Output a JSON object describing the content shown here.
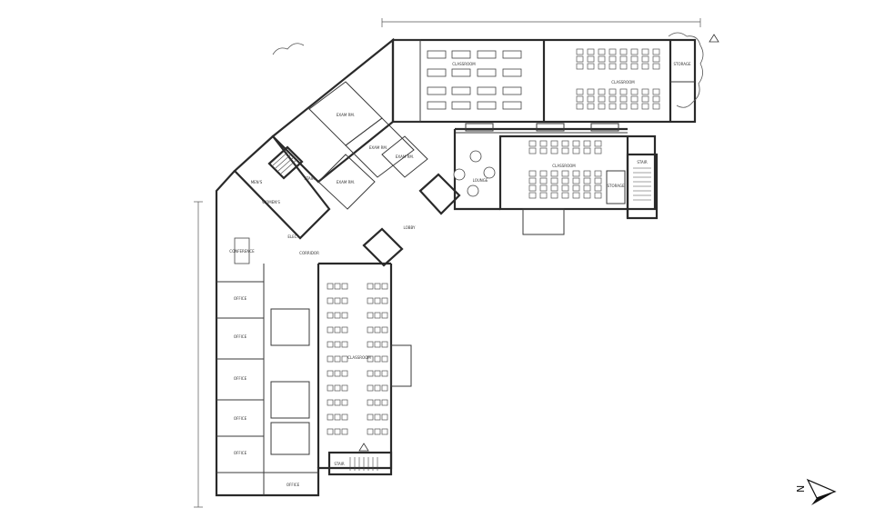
{
  "drawing": {
    "type": "architectural floor plan",
    "background_color": "#ffffff",
    "line_color": "#2a2a2a",
    "north_arrow": {
      "letter": "N",
      "direction": "right"
    }
  },
  "rooms": {
    "classroom_north_west": {
      "label": "CLASSROOM"
    },
    "classroom_north_east": {
      "label": "CLASSROOM"
    },
    "classroom_east": {
      "label": "CLASSROOM"
    },
    "classroom_south": {
      "label": "CLASSROOM"
    },
    "storage_ne": {
      "label": "STORAGE"
    },
    "storage_e": {
      "label": "STORAGE"
    },
    "stair_e": {
      "label": "STAIR"
    },
    "stair_s": {
      "label": "STAIR"
    },
    "stair_nw": {
      "label": "STAIR"
    },
    "lounge": {
      "label": "LOUNGE"
    },
    "lobby": {
      "label": "LOBBY"
    },
    "corridor": {
      "label": "CORRIDOR"
    },
    "offices": [
      {
        "label": "OFFICE"
      },
      {
        "label": "OFFICE"
      },
      {
        "label": "OFFICE"
      },
      {
        "label": "OFFICE"
      },
      {
        "label": "OFFICE"
      },
      {
        "label": "OFFICE"
      }
    ],
    "conference": {
      "label": "CONFERENCE"
    },
    "exam_rooms": [
      {
        "label": "EXAM RM."
      },
      {
        "label": "EXAM RM."
      },
      {
        "label": "EXAM RM."
      },
      {
        "label": "EXAM RM."
      }
    ],
    "mens": {
      "label": "MEN'S"
    },
    "womens": {
      "label": "WOMEN'S"
    },
    "elec": {
      "label": "ELEC."
    }
  }
}
